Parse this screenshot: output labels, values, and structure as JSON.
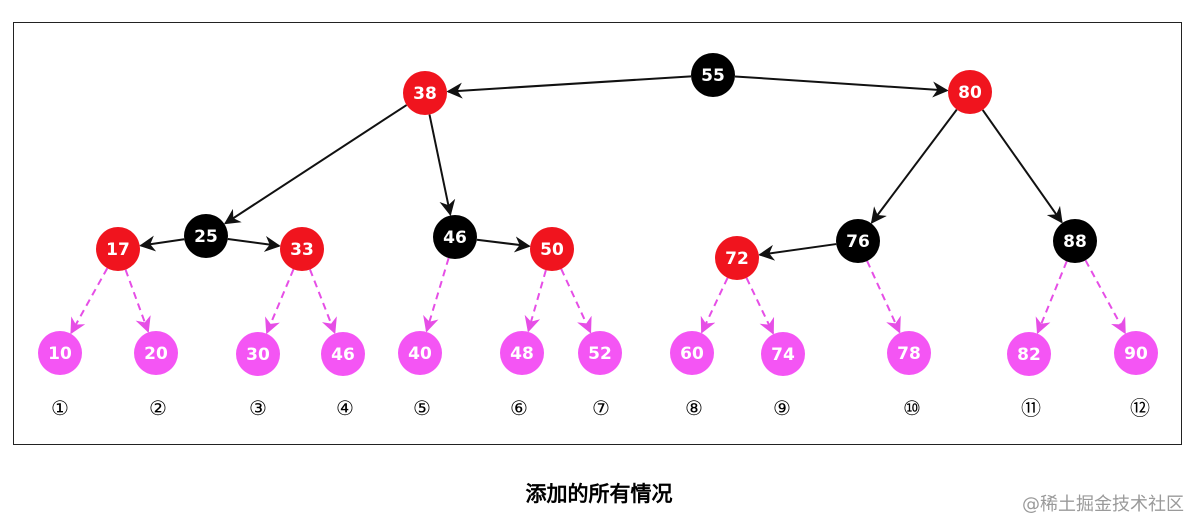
{
  "colors": {
    "red": "#f0141e",
    "black": "#000000",
    "pink": "#f455f4",
    "edge": "#111111",
    "dashed_edge": "#e64ee6"
  },
  "nodes": [
    {
      "id": "n55",
      "label": "55",
      "color": "black"
    },
    {
      "id": "n38",
      "label": "38",
      "color": "red"
    },
    {
      "id": "n80",
      "label": "80",
      "color": "red"
    },
    {
      "id": "n25",
      "label": "25",
      "color": "black"
    },
    {
      "id": "n46a",
      "label": "46",
      "color": "black"
    },
    {
      "id": "n76",
      "label": "76",
      "color": "black"
    },
    {
      "id": "n88",
      "label": "88",
      "color": "black"
    },
    {
      "id": "n17",
      "label": "17",
      "color": "red"
    },
    {
      "id": "n33",
      "label": "33",
      "color": "red"
    },
    {
      "id": "n50",
      "label": "50",
      "color": "red"
    },
    {
      "id": "n72",
      "label": "72",
      "color": "red"
    },
    {
      "id": "p10",
      "label": "10",
      "color": "pink"
    },
    {
      "id": "p20",
      "label": "20",
      "color": "pink"
    },
    {
      "id": "p30",
      "label": "30",
      "color": "pink"
    },
    {
      "id": "p46",
      "label": "46",
      "color": "pink"
    },
    {
      "id": "p40",
      "label": "40",
      "color": "pink"
    },
    {
      "id": "p48",
      "label": "48",
      "color": "pink"
    },
    {
      "id": "p52",
      "label": "52",
      "color": "pink"
    },
    {
      "id": "p60",
      "label": "60",
      "color": "pink"
    },
    {
      "id": "p74",
      "label": "74",
      "color": "pink"
    },
    {
      "id": "p78",
      "label": "78",
      "color": "pink"
    },
    {
      "id": "p82",
      "label": "82",
      "color": "pink"
    },
    {
      "id": "p90",
      "label": "90",
      "color": "pink"
    }
  ],
  "edges": [
    {
      "from": "n55",
      "to": "n38",
      "style": "solid"
    },
    {
      "from": "n55",
      "to": "n80",
      "style": "solid"
    },
    {
      "from": "n38",
      "to": "n25",
      "style": "solid"
    },
    {
      "from": "n38",
      "to": "n46a",
      "style": "solid"
    },
    {
      "from": "n80",
      "to": "n76",
      "style": "solid"
    },
    {
      "from": "n80",
      "to": "n88",
      "style": "solid"
    },
    {
      "from": "n25",
      "to": "n17",
      "style": "solid"
    },
    {
      "from": "n25",
      "to": "n33",
      "style": "solid"
    },
    {
      "from": "n46a",
      "to": "n50",
      "style": "solid"
    },
    {
      "from": "n76",
      "to": "n72",
      "style": "solid"
    },
    {
      "from": "n17",
      "to": "p10",
      "style": "dashed"
    },
    {
      "from": "n17",
      "to": "p20",
      "style": "dashed"
    },
    {
      "from": "n33",
      "to": "p30",
      "style": "dashed"
    },
    {
      "from": "n33",
      "to": "p46",
      "style": "dashed"
    },
    {
      "from": "n46a",
      "to": "p40",
      "style": "dashed"
    },
    {
      "from": "n50",
      "to": "p48",
      "style": "dashed"
    },
    {
      "from": "n50",
      "to": "p52",
      "style": "dashed"
    },
    {
      "from": "n72",
      "to": "p60",
      "style": "dashed"
    },
    {
      "from": "n72",
      "to": "p74",
      "style": "dashed"
    },
    {
      "from": "n76",
      "to": "p78",
      "style": "dashed"
    },
    {
      "from": "n88",
      "to": "p82",
      "style": "dashed"
    },
    {
      "from": "n88",
      "to": "p90",
      "style": "dashed"
    }
  ],
  "case_labels": [
    "①",
    "②",
    "③",
    "④",
    "⑤",
    "⑥",
    "⑦",
    "⑧",
    "⑨",
    "⑩",
    "⑪",
    "⑫"
  ],
  "caption": "添加的所有情况",
  "watermark": "@稀土掘金技术社区"
}
